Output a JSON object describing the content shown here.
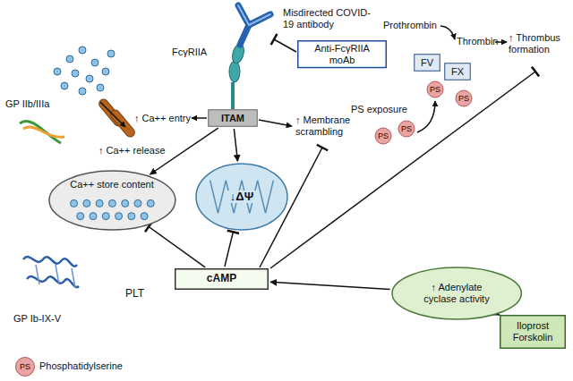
{
  "diagram": {
    "nodes": [
      {
        "text": [
          "Anti-FcγRIIA moAb"
        ]
      },
      {
        "text": [
          "PLT"
        ]
      },
      {
        "text": [
          "ITAM"
        ],
        "in": 1
      },
      {
        "text": [
          "FV"
        ]
      },
      {
        "text": [
          "FX"
        ]
      },
      {
        "text": [
          "PS"
        ]
      },
      {
        "text": [
          "PS"
        ]
      },
      {
        "text": [
          "PS"
        ],
        "in": 1
      },
      {
        "text": [
          "PS"
        ],
        "in": 1
      },
      {
        "text": [
          "Ca++ store content"
        ],
        "in": 1
      },
      {
        "text": [
          "↓ΔΨ"
        ],
        "in": 1
      },
      {
        "text": [
          "cAMP"
        ],
        "in": 1
      },
      {
        "text": [
          "↑ Adenylate cyclase activity"
        ],
        "in": 1
      },
      {
        "text": [
          "Iloprost Forskolin"
        ]
      }
    ],
    "edges": [
      {
        "from": 2,
        "to": 9,
        "arrow": "to"
      },
      {
        "from": 2,
        "to": 10,
        "arrow": "to"
      },
      {
        "from": 11,
        "to": 9,
        "arrow": "to"
      },
      {
        "from": 11,
        "to": 10,
        "arrow": "to"
      },
      {
        "from": 12,
        "to": 11,
        "arrow": "to"
      },
      {
        "from": 13,
        "to": 12,
        "arrow": "to"
      }
    ],
    "labels": [
      "Misdirected COVID-19 antibody",
      "FcγRIIA",
      "Prothrombin",
      "Thrombin",
      "↑ Thrombus formation",
      "PS exposure",
      "↑ Ca++ entry",
      "GP IIb/IIIa",
      "↑ Ca++ release",
      "↑ Membrane scrambling",
      "GP Ib-IX-V",
      "PS"
    ],
    "legend": [
      {
        "text": "Phosphatidylserine",
        "color": "#e9a3a3"
      }
    ]
  }
}
